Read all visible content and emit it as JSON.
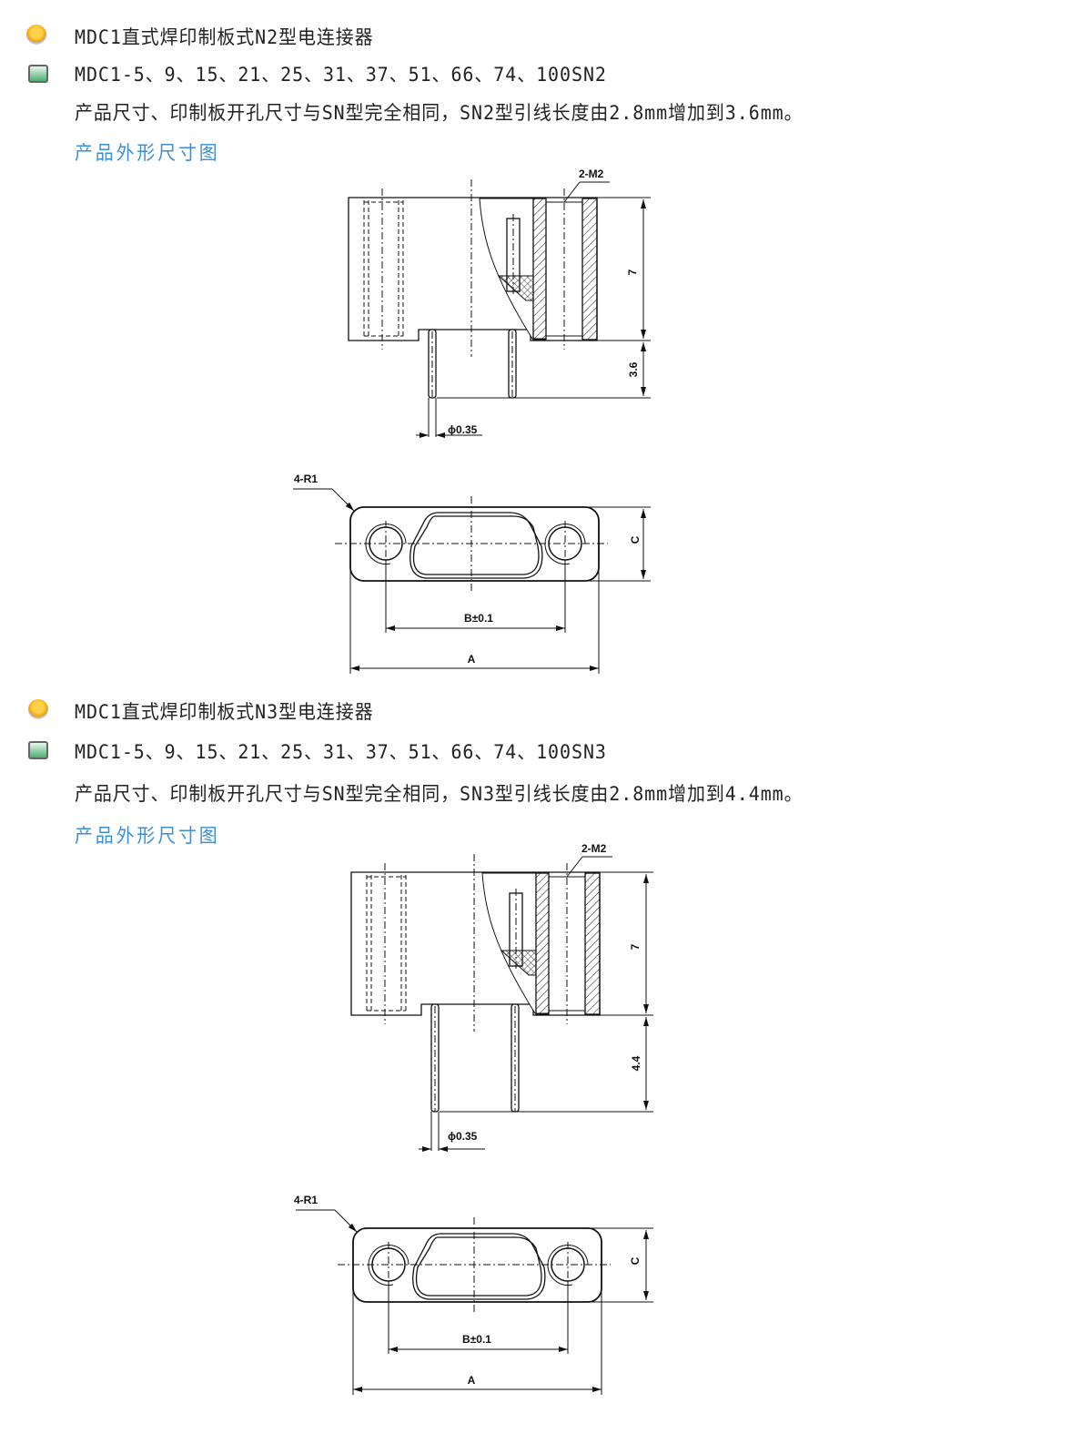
{
  "sections": [
    {
      "title": "MDC1直式焊印制板式N2型电连接器",
      "models": "MDC1-5、9、15、21、25、31、37、51、66、74、100SN2",
      "description": "产品尺寸、印制板开孔尺寸与SN型完全相同，SN2型引线长度由2.8mm增加到3.6mm。",
      "drawing_link": "产品外形尺寸图",
      "drawing": {
        "thread": "2-M2",
        "height": "7",
        "pin_length": "3.6",
        "pin_dia": "ϕ0.35",
        "radius": "4-R1",
        "dim_c": "C",
        "dim_b": "B±0.1",
        "dim_a": "A"
      }
    },
    {
      "title": "MDC1直式焊印制板式N3型电连接器",
      "models": "MDC1-5、9、15、21、25、31、37、51、66、74、100SN3",
      "description": "产品尺寸、印制板开孔尺寸与SN型完全相同，SN3型引线长度由2.8mm增加到4.4mm。",
      "drawing_link": "产品外形尺寸图",
      "drawing": {
        "thread": "2-M2",
        "height": "7",
        "pin_length": "4.4",
        "pin_dia": "ϕ0.35",
        "radius": "4-R1",
        "dim_c": "C",
        "dim_b": "B±0.1",
        "dim_a": "A"
      }
    }
  ],
  "icons": {
    "title": "orange-bullet-icon",
    "models": "green-bullet-icon"
  },
  "colors": {
    "link": "#3b8fd6",
    "text": "#222222"
  }
}
